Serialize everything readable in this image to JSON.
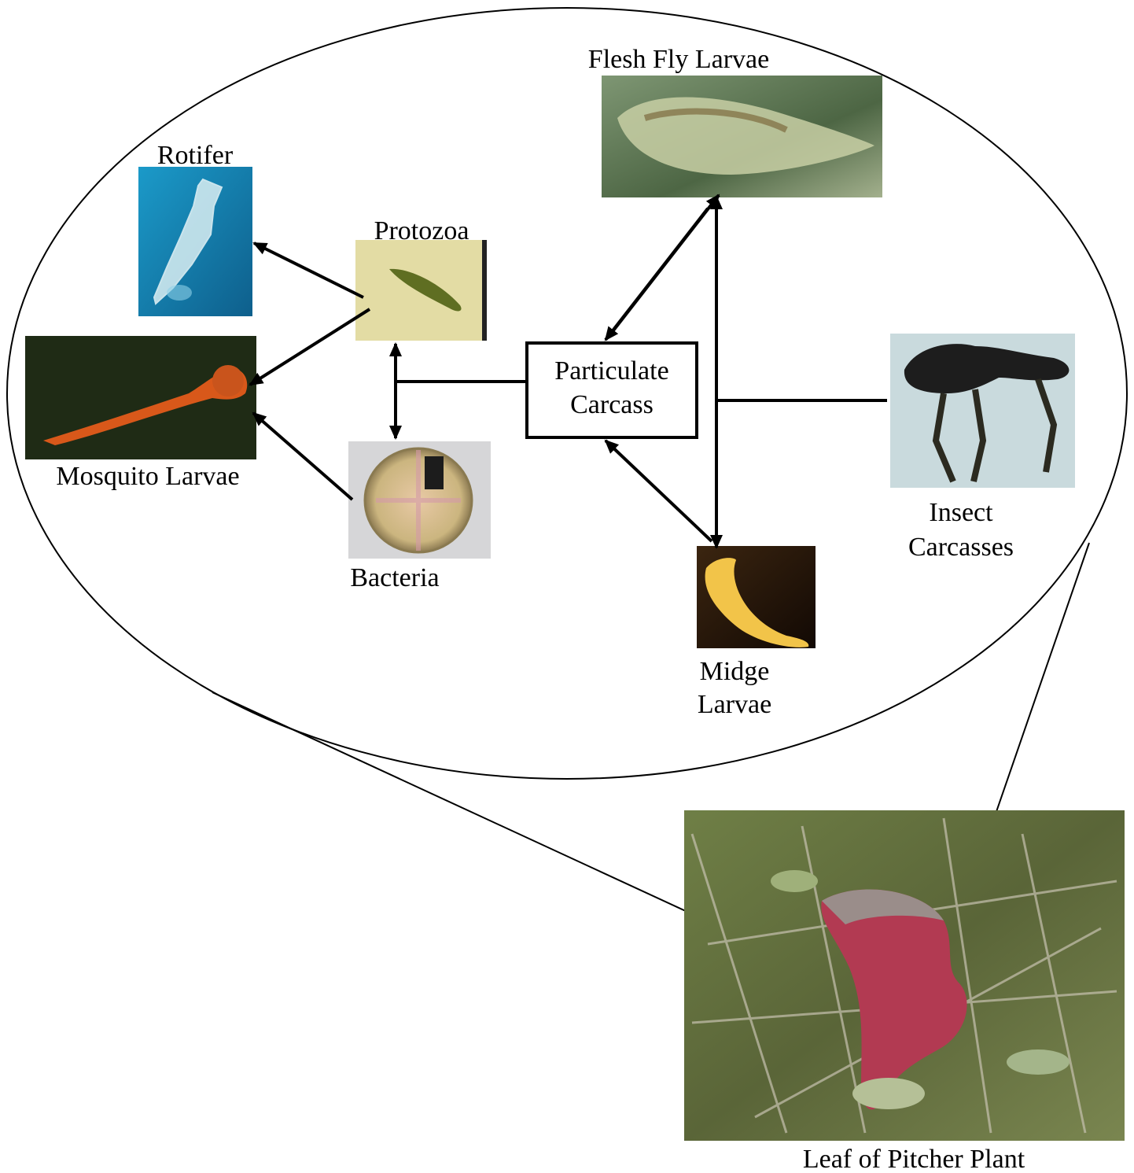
{
  "labels": {
    "flesh_fly": "Flesh Fly Larvae",
    "rotifer": "Rotifer",
    "protozoa": "Protozoa",
    "mosquito": "Mosquito Larvae",
    "bacteria": "Bacteria",
    "particulate_line1": "Particulate",
    "particulate_line2": "Carcass",
    "insect_line1": "Insect",
    "insect_line2": "Carcasses",
    "midge_line1": "Midge",
    "midge_line2": "Larvae",
    "pitcher": "Leaf of Pitcher Plant"
  },
  "colors": {
    "arrow": "#000000",
    "ellipse": "#000000",
    "rotifer_bg": "#1f86b8",
    "mosquito_bg": "#1e2a14",
    "mosquito_body": "#d8581a",
    "protozoa_bg": "#e6e0a8",
    "protozoa_cell": "#5d6b1f",
    "bacteria_bg": "#d4c7a3",
    "flesh_fly_bg": "#59704c",
    "insect_bg": "#c7d8dc",
    "midge_bg": "#2a1a0e",
    "midge_body": "#f2c449",
    "plant_bg": "#5d6e3d",
    "pitcher_red": "#b23a52"
  }
}
